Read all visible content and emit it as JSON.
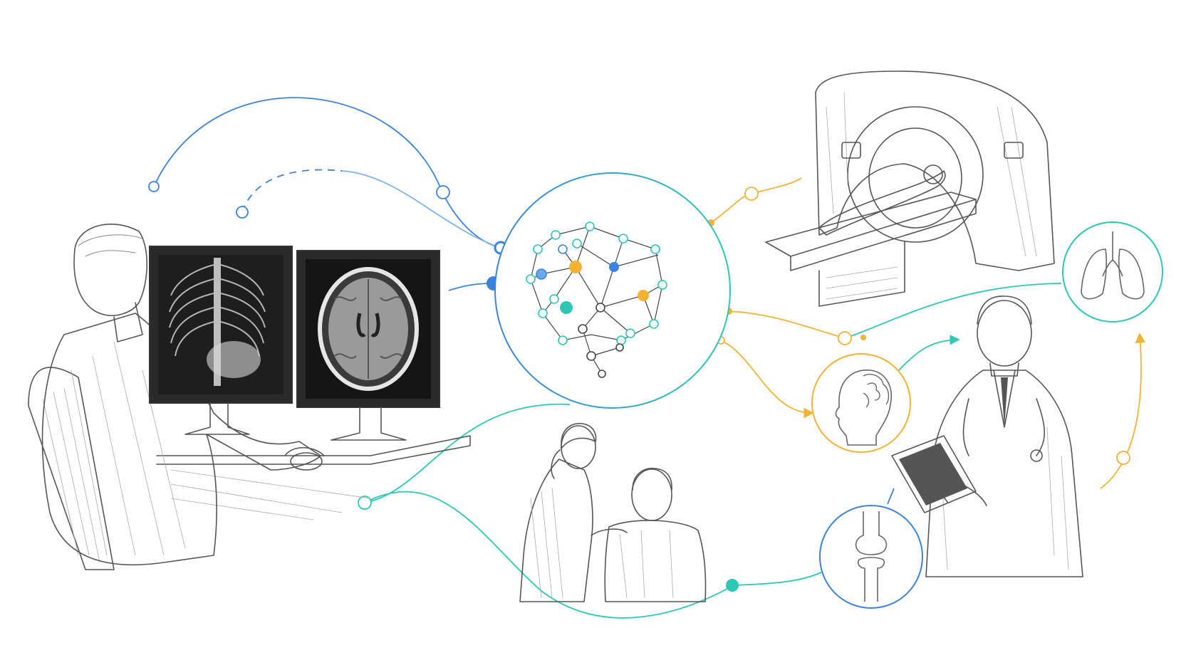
{
  "palette": {
    "blue": "#3b82e0",
    "teal": "#2cc7b5",
    "orange": "#f2b233",
    "pencil": "#555555"
  },
  "scenes": [
    {
      "icon": "radiologist-at-workstation-sketch"
    },
    {
      "icon": "chest-xray-monitor"
    },
    {
      "icon": "brain-mri-monitor"
    },
    {
      "icon": "ai-brain-network-icon"
    },
    {
      "icon": "mri-scanner-with-patient-sketch"
    },
    {
      "icon": "lungs-icon"
    },
    {
      "icon": "head-brain-profile-icon"
    },
    {
      "icon": "knee-joint-icon"
    },
    {
      "icon": "doctor-with-tablet-sketch"
    },
    {
      "icon": "nurse-with-patient-sketch"
    }
  ]
}
